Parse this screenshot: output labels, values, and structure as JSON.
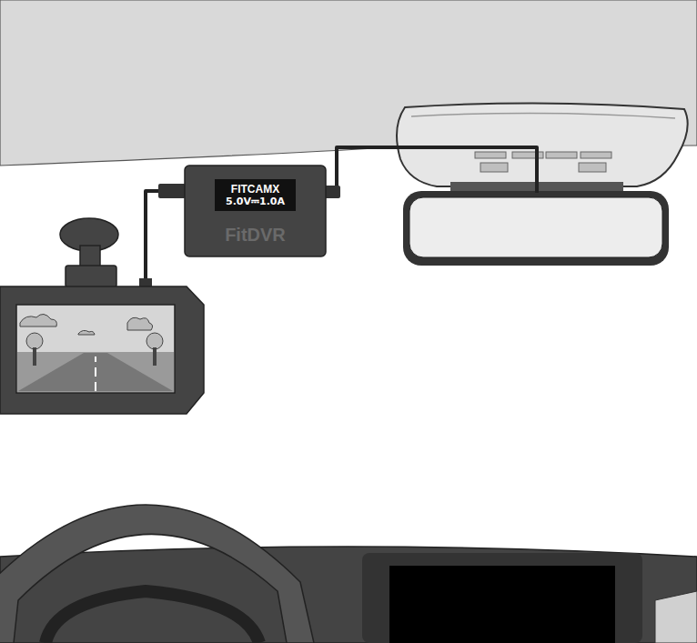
{
  "diagram": {
    "nodes": [
      {
        "text": [
          "FitDVR"
        ]
      },
      {
        "text": [
          "FITCAMX",
          "5.0V⎓1.0A"
        ],
        "in": 0
      }
    ]
  }
}
